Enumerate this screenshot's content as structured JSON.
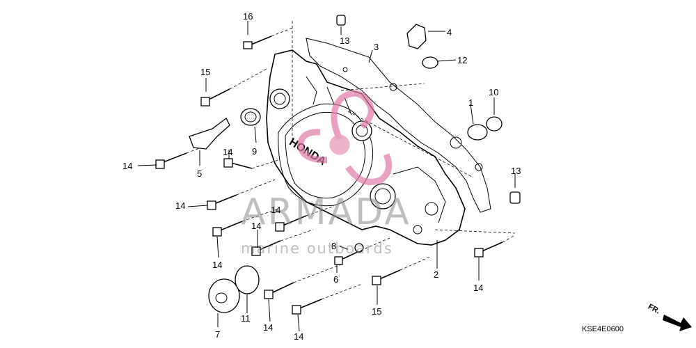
{
  "callouts": [
    {
      "id": "c16a",
      "text": "16"
    },
    {
      "id": "c13a",
      "text": "13"
    },
    {
      "id": "c3",
      "text": "3"
    },
    {
      "id": "c4",
      "text": "4"
    },
    {
      "id": "c12",
      "text": "12"
    },
    {
      "id": "c15a",
      "text": "15"
    },
    {
      "id": "c9",
      "text": "9"
    },
    {
      "id": "c1",
      "text": "1"
    },
    {
      "id": "c10",
      "text": "10"
    },
    {
      "id": "c14a",
      "text": "14"
    },
    {
      "id": "c5",
      "text": "5"
    },
    {
      "id": "c14b",
      "text": "14"
    },
    {
      "id": "c13b",
      "text": "13"
    },
    {
      "id": "c14c",
      "text": "14"
    },
    {
      "id": "c14d",
      "text": "14"
    },
    {
      "id": "c14e",
      "text": "14"
    },
    {
      "id": "c8",
      "text": "8"
    },
    {
      "id": "c14f",
      "text": "14"
    },
    {
      "id": "c6",
      "text": "6"
    },
    {
      "id": "c2",
      "text": "2"
    },
    {
      "id": "c14g",
      "text": "14"
    },
    {
      "id": "c7",
      "text": "7"
    },
    {
      "id": "c11",
      "text": "11"
    },
    {
      "id": "c14h",
      "text": "14"
    },
    {
      "id": "c15b",
      "text": "15"
    },
    {
      "id": "c14i",
      "text": "14"
    }
  ],
  "cover_logo": "HONDA",
  "watermark": {
    "brand": "ARMADA",
    "tagline": "marine outboards",
    "color": "#e07aa8"
  },
  "diagram_code": "KSE4E0600",
  "direction_label": "FR."
}
